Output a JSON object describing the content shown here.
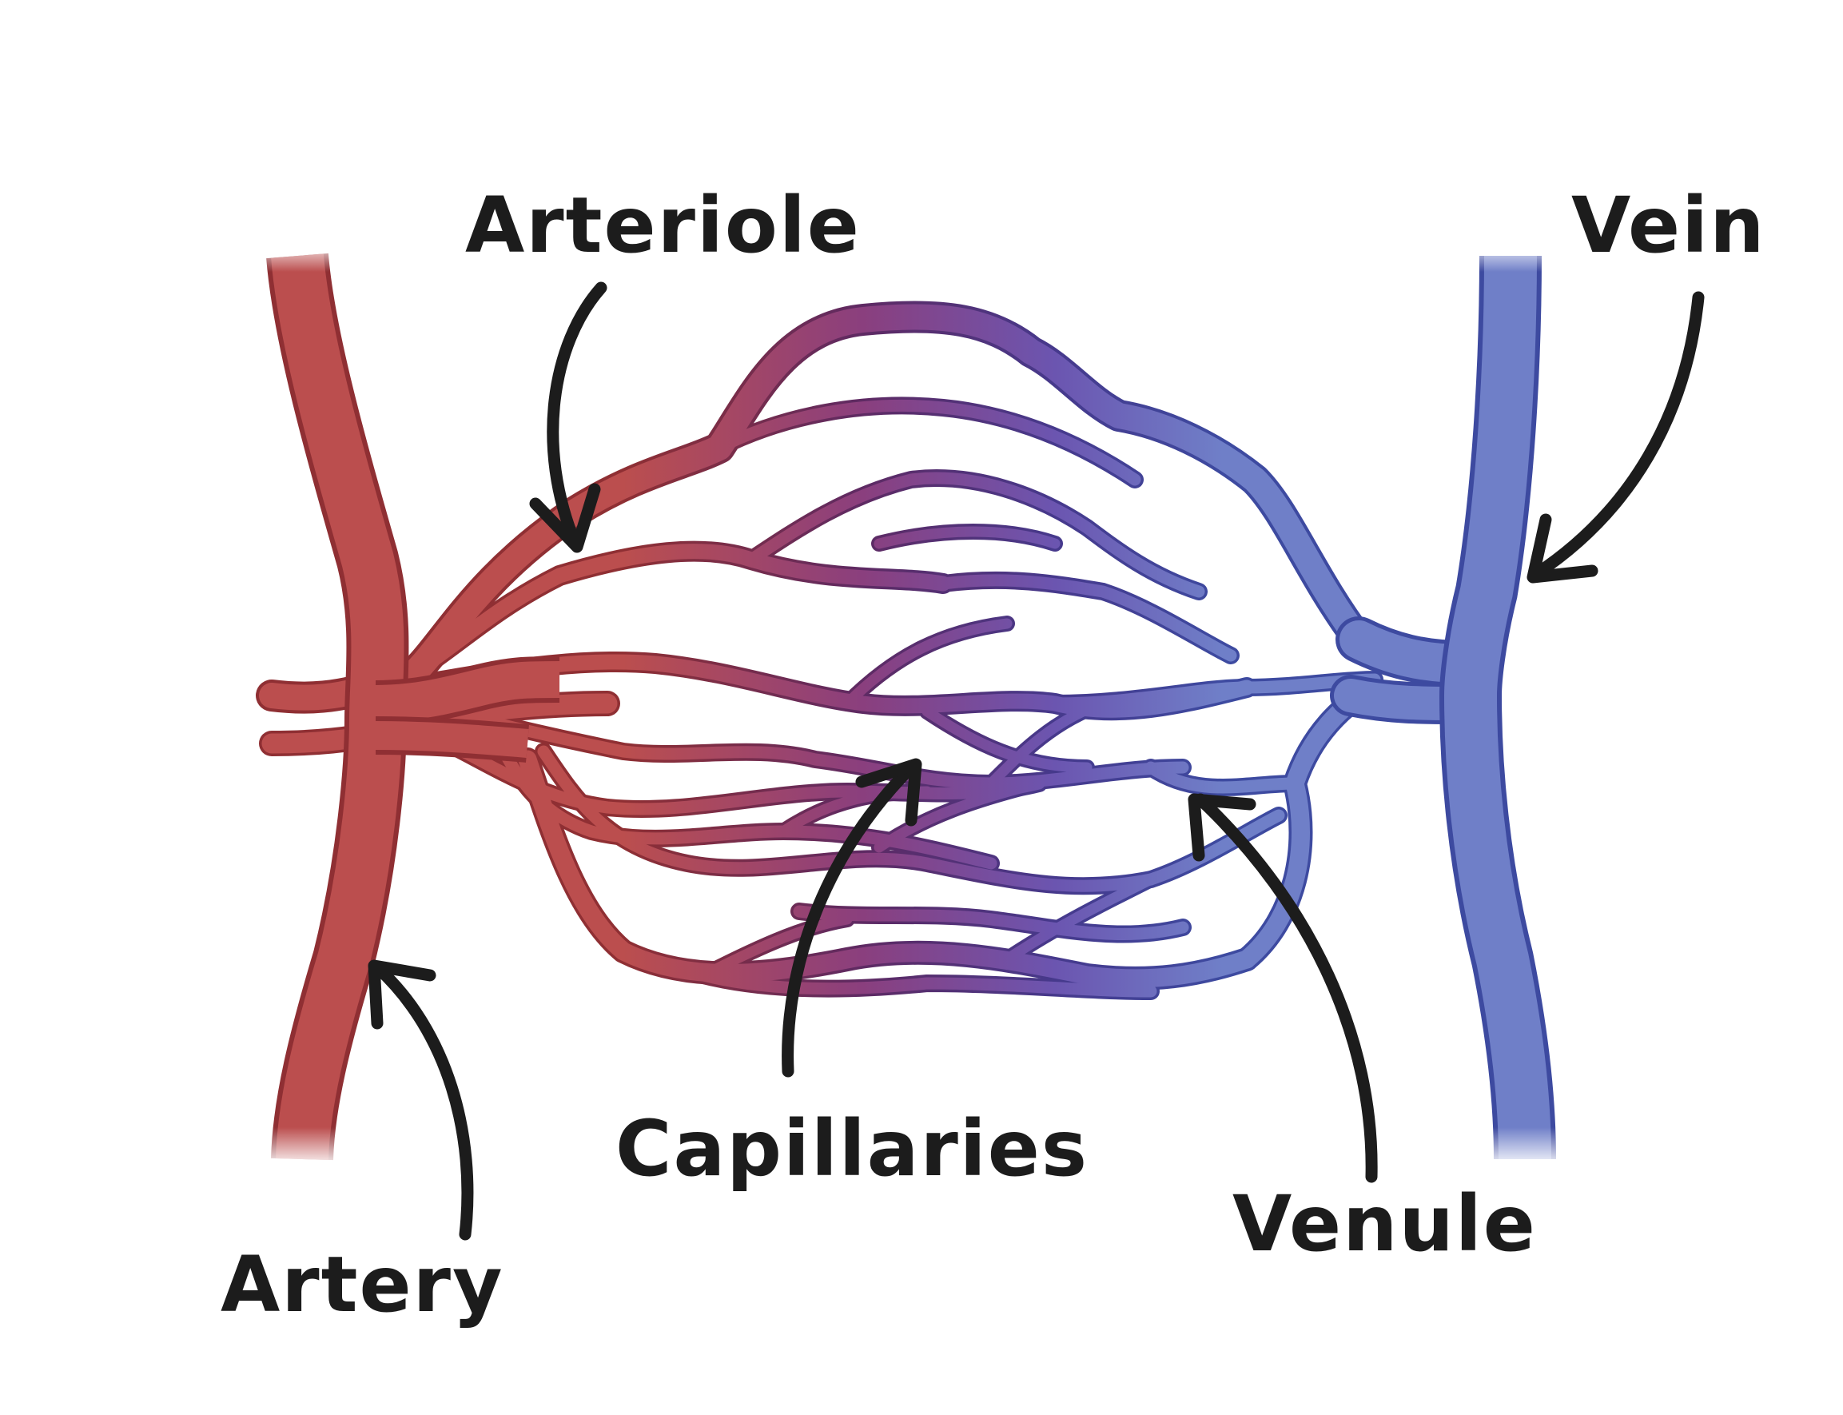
{
  "labels": {
    "arteriole": "Arteriole",
    "vein": "Vein",
    "capillaries": "Capillaries",
    "venule": "Venule",
    "artery": "Artery"
  },
  "colors": {
    "artery": "#bb4e4e",
    "artery_edge": "#8f2f33",
    "capillary_mid": "#7a3f8a",
    "vein": "#6f7fc8",
    "vein_edge": "#3d4aa0",
    "text": "#1c1c1c",
    "background": "#ffffff"
  }
}
